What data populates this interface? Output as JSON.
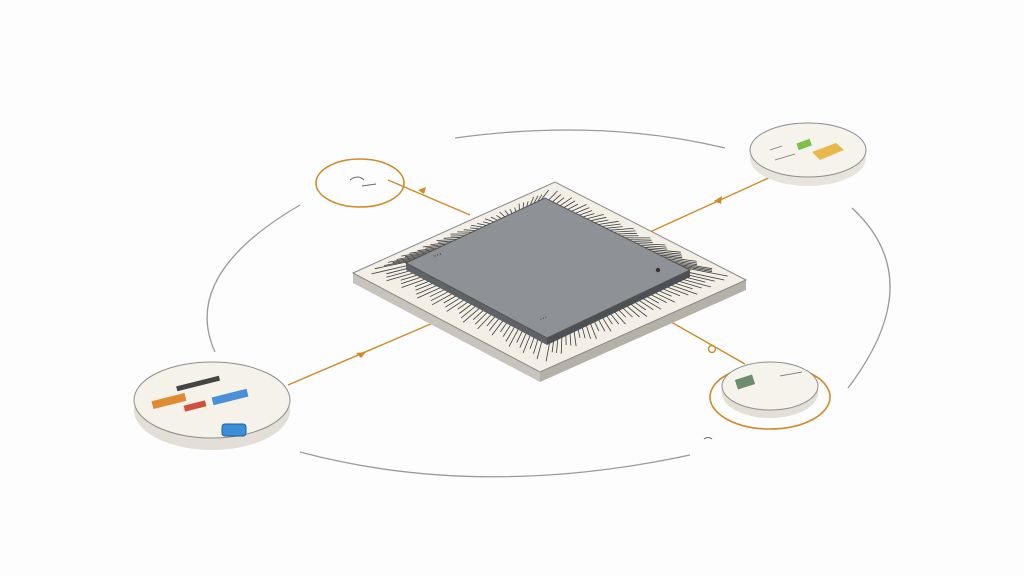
{
  "diagram": {
    "background_color": "#fdfdfd",
    "orbit_color": "#8a8a8a",
    "connector_color": "#d08a2a",
    "chip": {
      "die_label": "...",
      "die_label_secondary": "...",
      "die_color": "#8e9196",
      "substrate_color": "#f3efe6",
      "pin_color": "#3a3a3a"
    },
    "nodes": [
      {
        "id": "small-ring",
        "type": "orbit-ring"
      },
      {
        "id": "top-right-module",
        "type": "module-pad",
        "accent": "#7cbf4a"
      },
      {
        "id": "left-module",
        "type": "module-pad",
        "accent": "#4a90d9"
      },
      {
        "id": "right-module",
        "type": "module-pad",
        "accent": "#6e8c6e"
      }
    ],
    "connectors": [
      {
        "from": "chip",
        "to": "small-ring"
      },
      {
        "from": "chip",
        "to": "top-right-module"
      },
      {
        "from": "chip",
        "to": "left-module"
      },
      {
        "from": "chip",
        "to": "right-module"
      }
    ]
  }
}
